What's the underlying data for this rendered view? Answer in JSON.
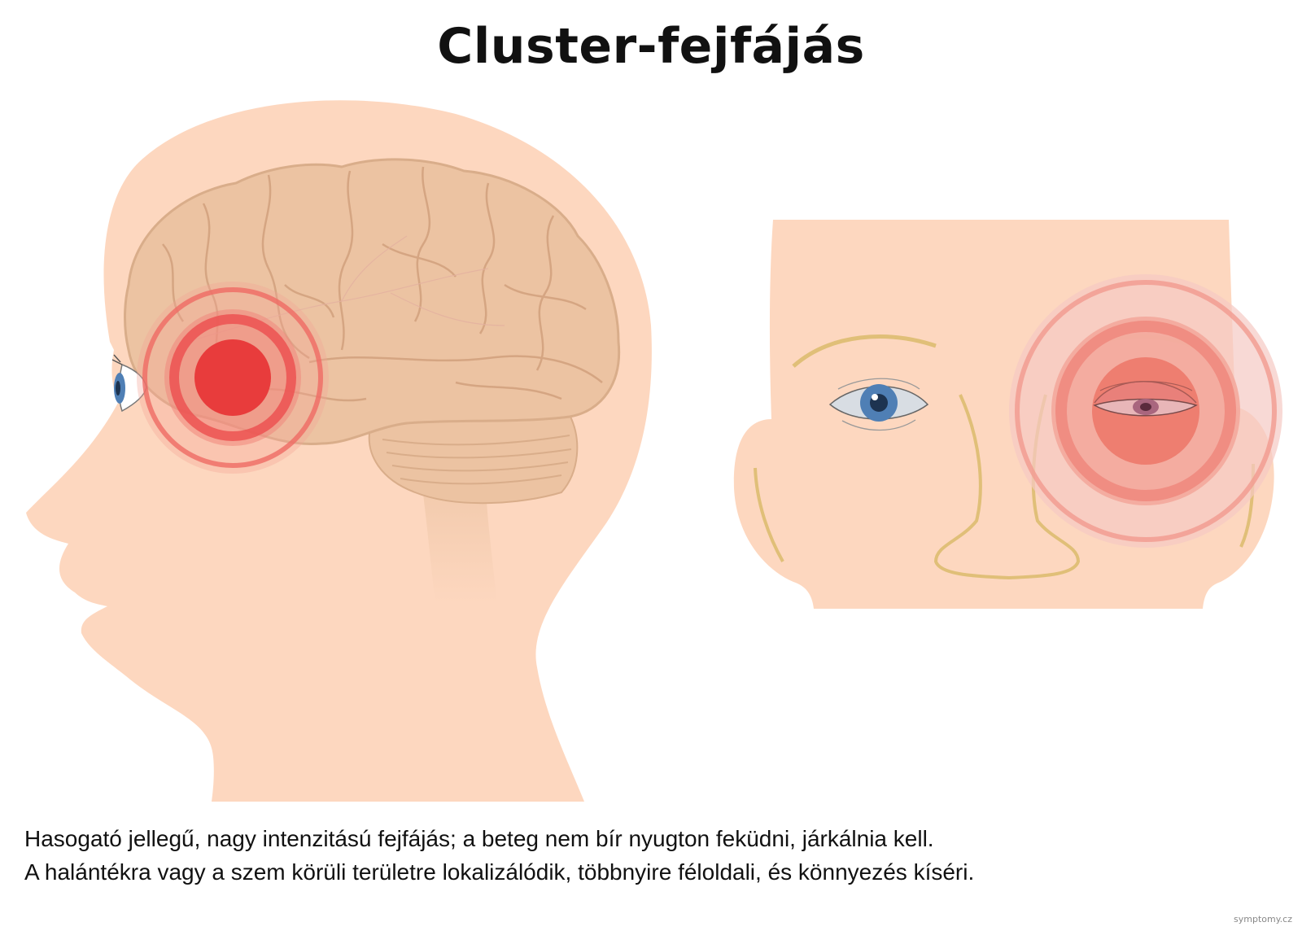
{
  "title": "Cluster-fejfájás",
  "description": {
    "line1": "Hasogató jellegű, nagy intenzitású fejfájás; a beteg nem bír nyugton feküdni, járkálnia kell.",
    "line2": "A halántékra vagy a szem körüli területre lokalizálódik, többnyire féloldali, és könnyezés kíséri."
  },
  "credit": "symptomy.cz",
  "colors": {
    "skin": "#fdd7bf",
    "brain": "#ecc3a2",
    "pain": "#e83c3c",
    "brow": "#e0bf78",
    "iris": "#4f7fb5"
  }
}
